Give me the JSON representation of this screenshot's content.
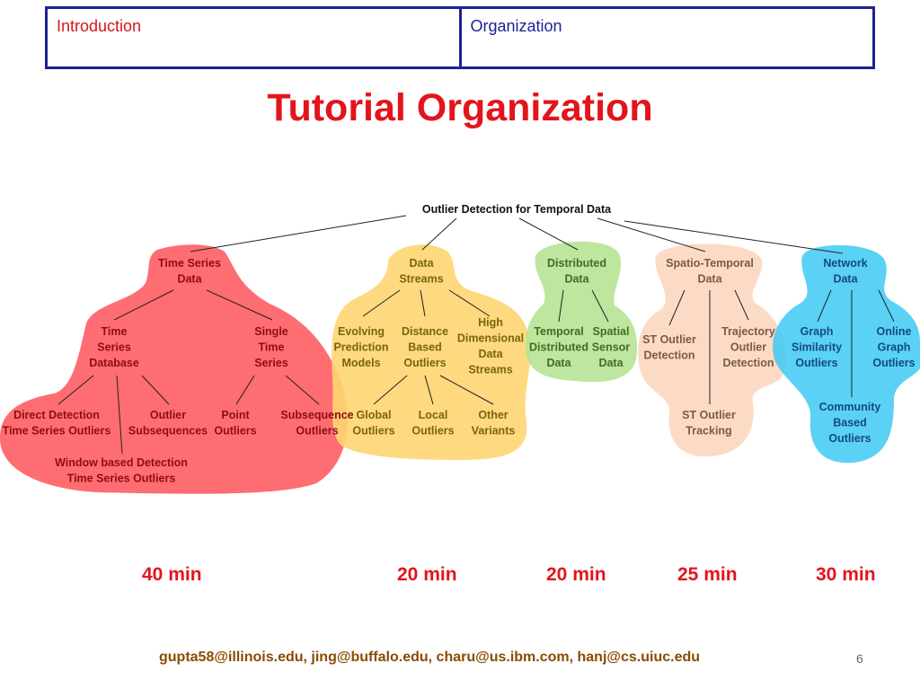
{
  "nav": {
    "left": "Introduction",
    "right": "Organization"
  },
  "title": "Tutorial Organization",
  "diagram": {
    "root": "Outlier Detection for Temporal Data",
    "colors": {
      "time_series": "#fe5d62",
      "streams": "#fed571",
      "distributed": "#b7e394",
      "spatio": "#fbd5bc",
      "network": "#3ec9f5"
    },
    "time_series": {
      "label": [
        "Time Series",
        "Data"
      ],
      "database": [
        "Time",
        "Series",
        "Database"
      ],
      "single": [
        "Single",
        "Time",
        "Series"
      ],
      "direct": [
        "Direct Detection",
        "Time Series Outliers"
      ],
      "subsequences": [
        "Outlier",
        "Subsequences"
      ],
      "window": [
        "Window based Detection",
        "Time Series Outliers"
      ],
      "point": [
        "Point",
        "Outliers"
      ],
      "subsequence": [
        "Subsequence",
        "Outliers"
      ]
    },
    "streams": {
      "label": [
        "Data",
        "Streams"
      ],
      "evolving": [
        "Evolving",
        "Prediction",
        "Models"
      ],
      "distance": [
        "Distance",
        "Based",
        "Outliers"
      ],
      "high_dim": [
        "High",
        "Dimensional",
        "Data",
        "Streams"
      ],
      "global": [
        "Global",
        "Outliers"
      ],
      "local": [
        "Local",
        "Outliers"
      ],
      "other": [
        "Other",
        "Variants"
      ]
    },
    "distributed": {
      "label": [
        "Distributed",
        "Data"
      ],
      "temporal": [
        "Temporal",
        "Distributed",
        "Data"
      ],
      "spatial": [
        "Spatial",
        "Sensor",
        "Data"
      ]
    },
    "spatio": {
      "label": [
        "Spatio-Temporal",
        "Data"
      ],
      "st_detection": [
        "ST Outlier",
        "Detection"
      ],
      "trajectory": [
        "Trajectory",
        "Outlier",
        "Detection"
      ],
      "st_tracking": [
        "ST Outlier",
        "Tracking"
      ]
    },
    "network": {
      "label": [
        "Network",
        "Data"
      ],
      "graph_sim": [
        "Graph",
        "Similarity",
        "Outliers"
      ],
      "online": [
        "Online",
        "Graph",
        "Outliers"
      ],
      "community": [
        "Community",
        "Based",
        "Outliers"
      ]
    }
  },
  "times": [
    "40 min",
    "20 min",
    "20 min",
    "25 min",
    "30 min"
  ],
  "footer": "gupta58@illinois.edu, jing@buffalo.edu, charu@us.ibm.com, hanj@cs.uiuc.edu",
  "page_number": "6"
}
